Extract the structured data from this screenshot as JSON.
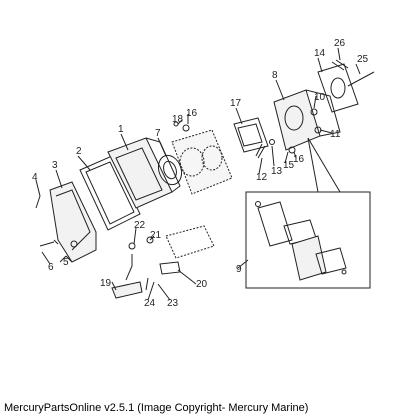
{
  "footer": {
    "caption": "MercuryPartsOnline v2.5.1 (Image Copyright- Mercury Marine)"
  },
  "diagram": {
    "callouts": [
      "1",
      "2",
      "3",
      "4",
      "5",
      "6",
      "7",
      "8",
      "9",
      "10",
      "11",
      "12",
      "13",
      "14",
      "15",
      "16",
      "16",
      "17",
      "18",
      "19",
      "20",
      "21",
      "22",
      "23",
      "24",
      "25",
      "26"
    ],
    "colors": {
      "line": "#222222",
      "background": "#ffffff",
      "part_fill": "#f2f2f2"
    }
  }
}
